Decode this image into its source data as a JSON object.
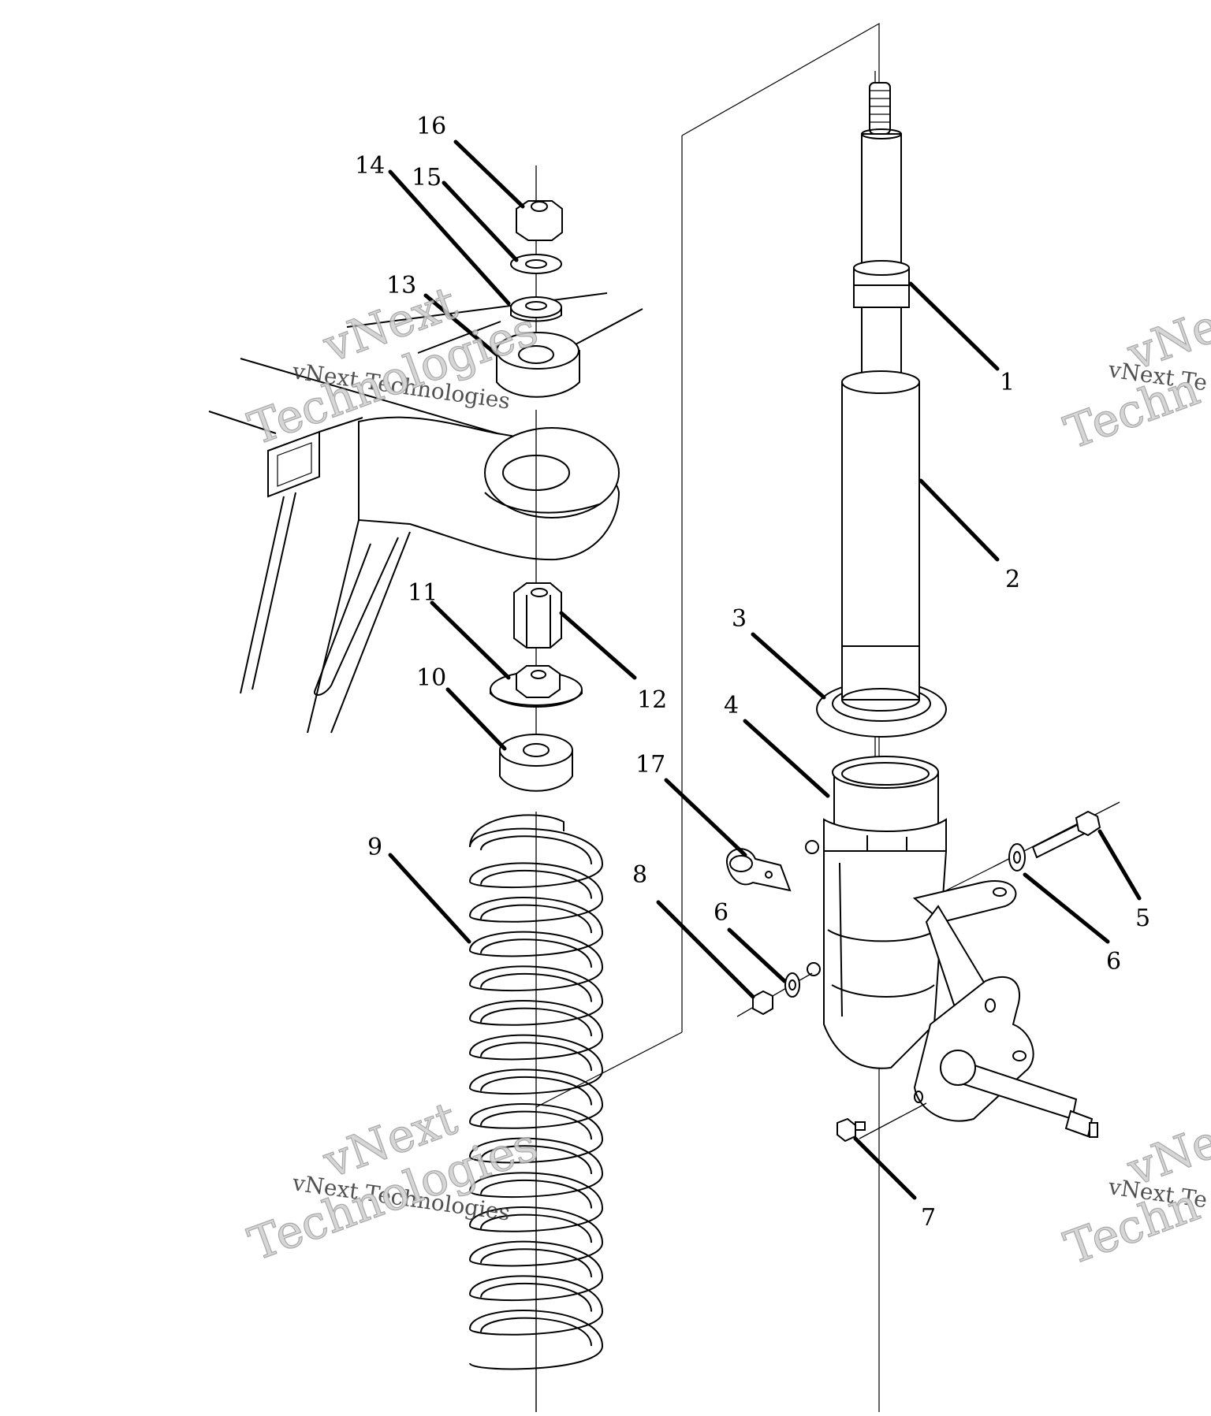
{
  "callouts": [
    {
      "label": "1"
    },
    {
      "label": "2"
    },
    {
      "label": "3"
    },
    {
      "label": "4"
    },
    {
      "label": "5"
    },
    {
      "label": "6"
    },
    {
      "label": "6"
    },
    {
      "label": "7"
    },
    {
      "label": "8"
    },
    {
      "label": "9"
    },
    {
      "label": "10"
    },
    {
      "label": "11"
    },
    {
      "label": "12"
    },
    {
      "label": "13"
    },
    {
      "label": "14"
    },
    {
      "label": "15"
    },
    {
      "label": "16"
    },
    {
      "label": "17"
    }
  ],
  "watermark": {
    "line": "vNext Technologies",
    "word1": "vNext",
    "word2": "Technologies",
    "line_partial": "vNext Te",
    "word1_partial": "vNe",
    "word2_partial": "Techn"
  },
  "colors": {
    "ink": "#000000",
    "paper": "#ffffff",
    "watermark": "#9a9a9a"
  }
}
